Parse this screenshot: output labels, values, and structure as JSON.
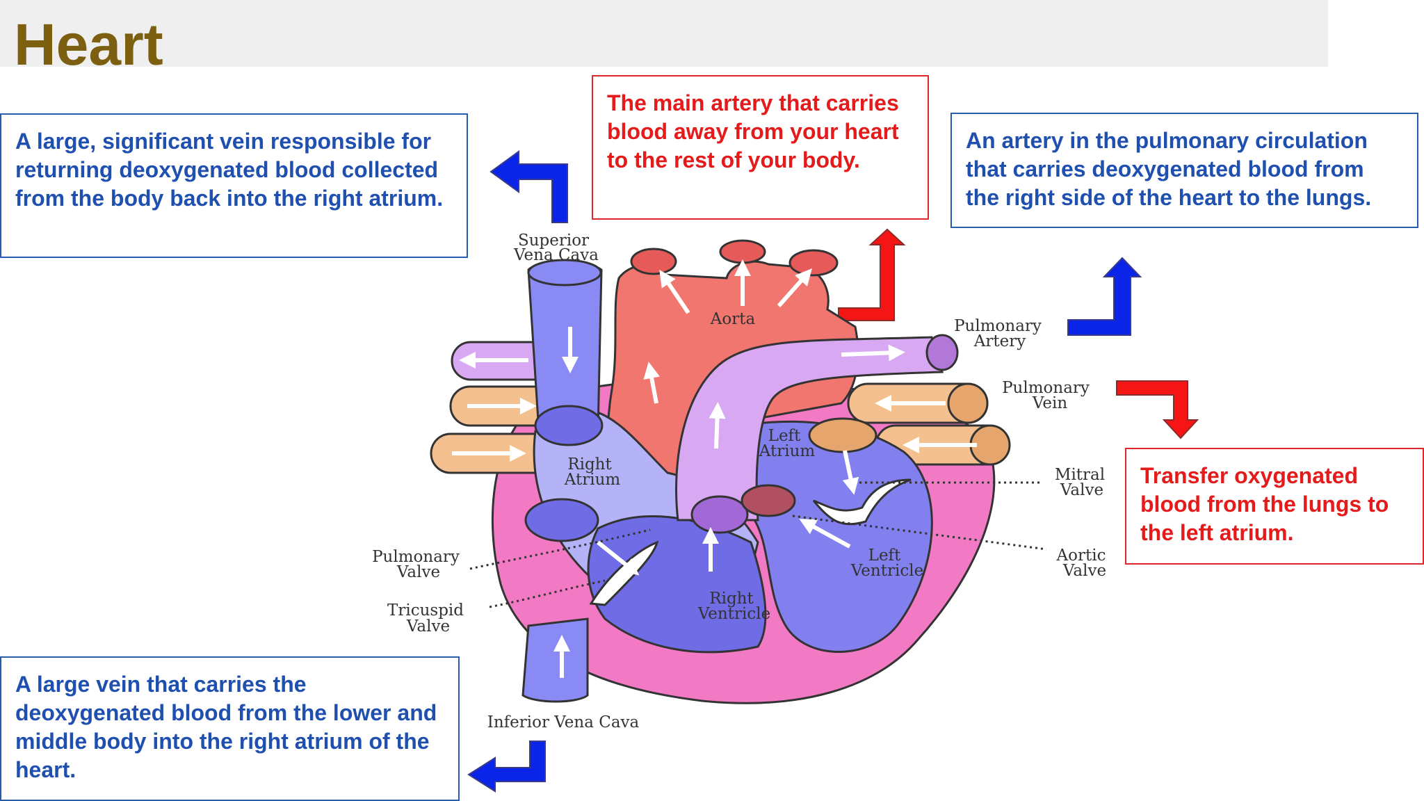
{
  "page": {
    "title": "Heart"
  },
  "callouts": {
    "superior_vena_cava": "A large, significant vein responsible for returning deoxygenated blood collected from the body back into the right atrium.",
    "aorta": "The main artery that carries blood away from your heart to the rest of your body.",
    "pulmonary_artery": "An artery in the pulmonary circulation that carries deoxygenated blood from the right side of the heart to the lungs.",
    "pulmonary_vein": "Transfer oxygenated blood from the lungs to the left atrium.",
    "inferior_vena_cava": "A large vein that carries the deoxygenated blood from the lower and middle body into the right atrium of the heart."
  },
  "labels": {
    "superior_vena_cava": [
      "Superior",
      "Vena Cava"
    ],
    "aorta": "Aorta",
    "pulmonary_artery": [
      "Pulmonary",
      "Artery"
    ],
    "pulmonary_vein": [
      "Pulmonary",
      "Vein"
    ],
    "left_atrium": [
      "Left",
      "Atrium"
    ],
    "right_atrium": [
      "Right",
      "Atrium"
    ],
    "mitral_valve": [
      "Mitral",
      "Valve"
    ],
    "aortic_valve": [
      "Aortic",
      "Valve"
    ],
    "left_ventricle": [
      "Left",
      "Ventricle"
    ],
    "right_ventricle": [
      "Right",
      "Ventricle"
    ],
    "pulmonary_valve": [
      "Pulmonary",
      "Valve"
    ],
    "tricuspid_valve": [
      "Tricuspid",
      "Valve"
    ],
    "inferior_vena_cava": "Inferior Vena Cava"
  },
  "colors": {
    "title": "#7d5f12",
    "blue_text": "#1f4faf",
    "red_text": "#e51b1b",
    "vein_blue": "#8a8af5",
    "aorta_red": "#f0766f",
    "pulmonary_violet": "#d8a8f2",
    "pulmonary_vein_orange": "#f5c08f",
    "heart_wall_pink": "#f27ac4",
    "ventricle_blue": "#6f6ce6",
    "pointer_blue": "#0a24e8",
    "pointer_red": "#f51515"
  }
}
